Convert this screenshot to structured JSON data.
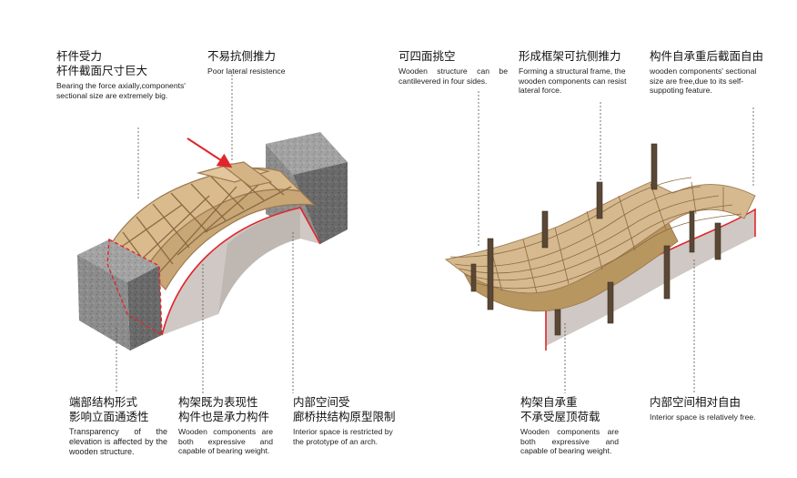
{
  "colors": {
    "stone": "#8e8e8e",
    "stone_dark": "#5e5e5e",
    "wood": "#d2b48c",
    "wood_dark": "#9c7a50",
    "post": "#5a4735",
    "interior": "#cfc8c4",
    "red": "#e0262b",
    "leader": "#555555"
  },
  "annotations": {
    "a1": {
      "zh": "杆件受力\n杆件截面尺寸巨大",
      "en": "Bearing the force axially,components' sectional size are extremely big."
    },
    "a2": {
      "zh": "不易抗侧推力",
      "en": "Poor lateral resistence"
    },
    "a3": {
      "zh": "端部结构形式\n影响立面通透性",
      "en": "Transparency of the elevation is affected by the wooden structure."
    },
    "a4": {
      "zh": "构架既为表现性\n构件也是承力构件",
      "en": "Wooden components are both expressive and capable of bearing weight."
    },
    "a5": {
      "zh": "内部空间受\n廊桥拱结构原型限制",
      "en": "Interior space is restricted by the prototype of an arch."
    },
    "b1": {
      "zh": "可四面挑空",
      "en": "Wooden structure can be cantilevered in four sides."
    },
    "b2": {
      "zh": "形成框架可抗侧推力",
      "en": "Forming a structural frame, the wooden components can resist lateral force."
    },
    "b3": {
      "zh": "构件自承重后截面自由",
      "en": "wooden components' sectional size are free,due to its self-suppoting feature."
    },
    "b4": {
      "zh": "构架自承重\n不承受屋顶荷载",
      "en": "Wooden components are both expressive and capable of bearing weight."
    },
    "b5": {
      "zh": "内部空间相对自由",
      "en": "Interior space is relatively free."
    }
  }
}
